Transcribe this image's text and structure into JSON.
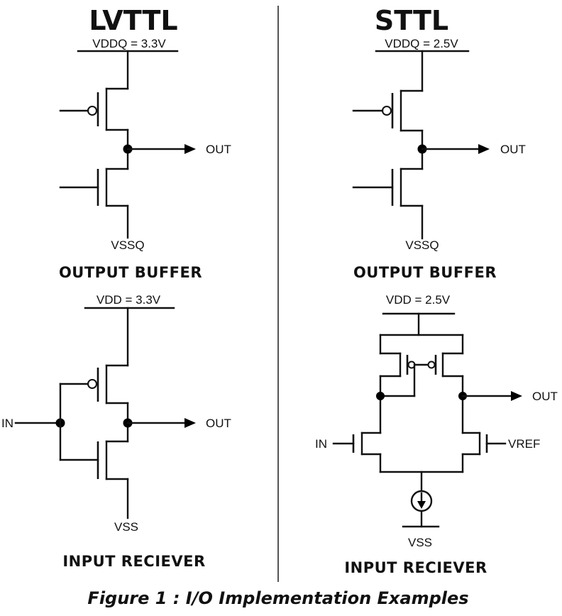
{
  "left": {
    "title": "LVTTL",
    "output_buffer": {
      "supply_label": "VDDQ = 3.3V",
      "ground_label": "VSSQ",
      "out_label": "OUT",
      "caption": "OUTPUT BUFFER"
    },
    "input_receiver": {
      "supply_label": "VDD = 3.3V",
      "in_label": "IN",
      "out_label": "OUT",
      "ground_label": "VSS",
      "caption": "INPUT RECIEVER"
    }
  },
  "right": {
    "title": "STTL",
    "output_buffer": {
      "supply_label": "VDDQ = 2.5V",
      "ground_label": "VSSQ",
      "out_label": "OUT",
      "caption": "OUTPUT BUFFER"
    },
    "input_receiver": {
      "supply_label": "VDD = 2.5V",
      "in_label": "IN",
      "ref_label": "VREF",
      "out_label": "OUT",
      "ground_label": "VSS",
      "caption": "INPUT RECIEVER"
    }
  },
  "figure_caption": "Figure 1 : I/O Implementation Examples"
}
